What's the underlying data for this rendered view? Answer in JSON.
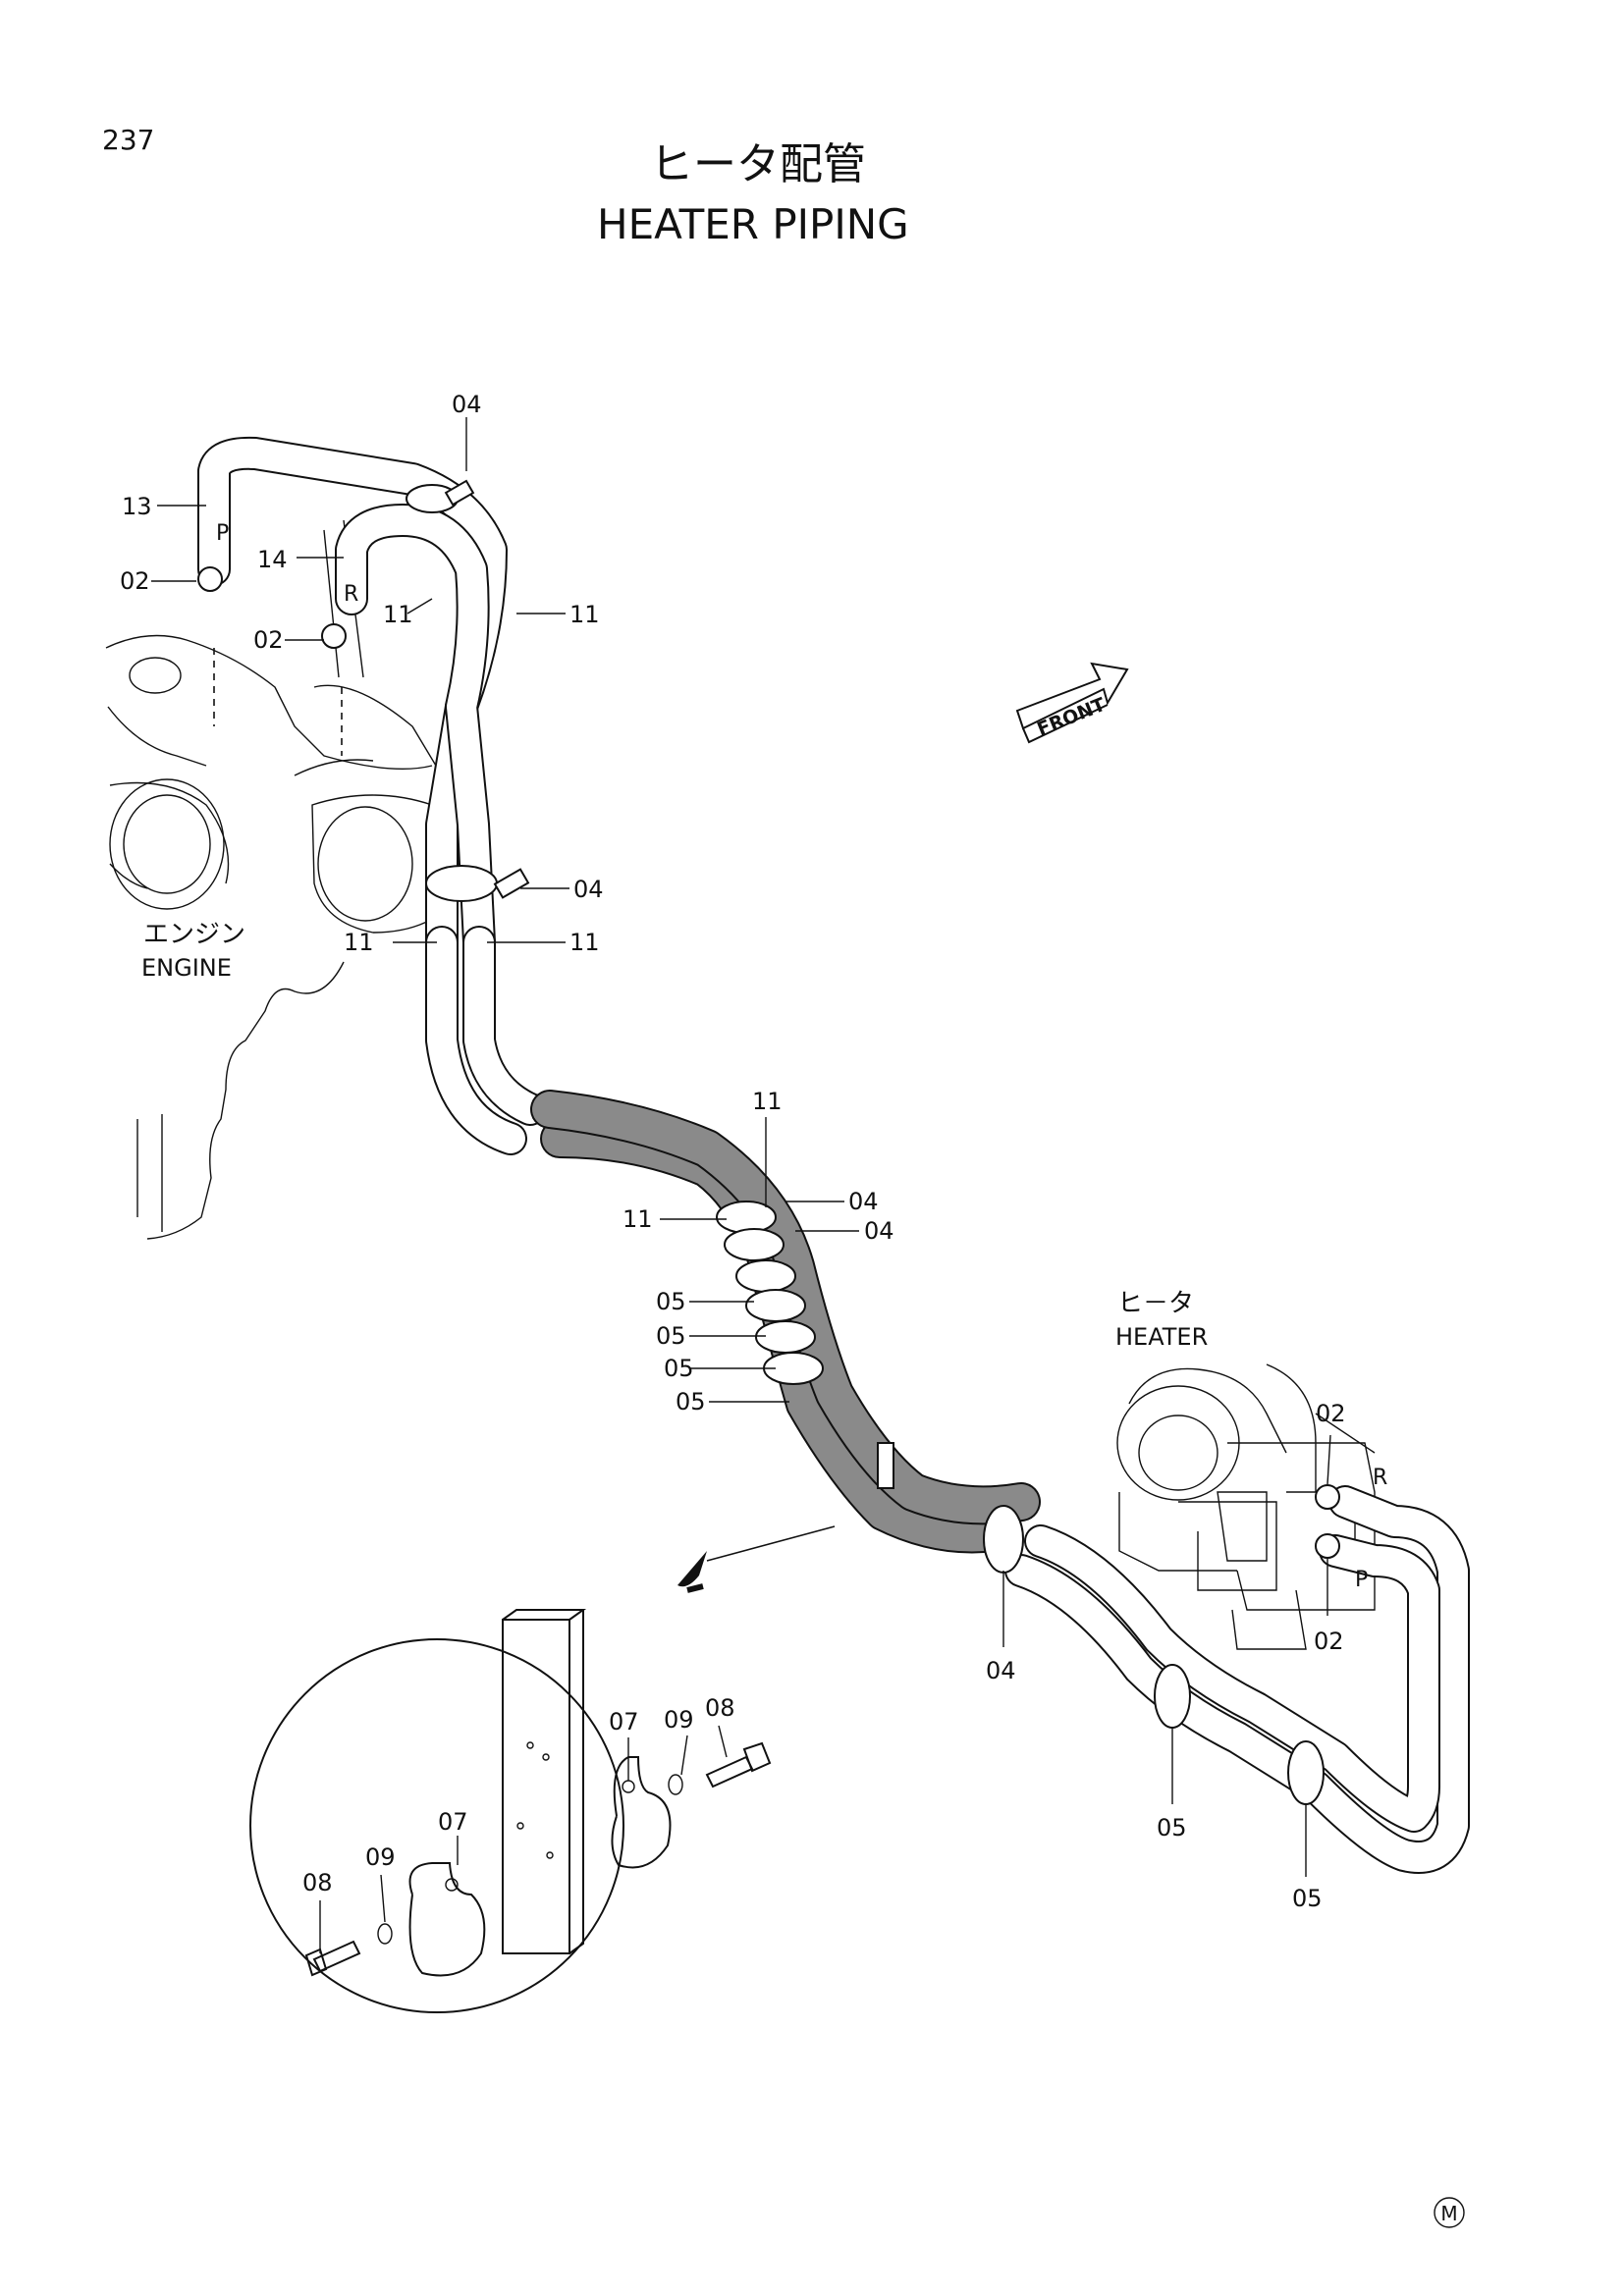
{
  "page_number": "237",
  "title_jp": "ヒータ配管",
  "title_en": "HEATER PIPING",
  "front_label": "FRONT",
  "engine_label_jp": "エンジン",
  "engine_label_en": "ENGINE",
  "heater_label_jp": "ヒ－タ",
  "heater_label_en": "HEATER",
  "port_labels": {
    "pressure": "P",
    "return": "R"
  },
  "callouts": {
    "c04_top": "04",
    "c13": "13",
    "c14": "14",
    "c02_a": "02",
    "c02_b": "02",
    "c11_a": "11",
    "c11_b": "11",
    "c04_mid": "04",
    "c11_c": "11",
    "c11_d": "11",
    "c11_e": "11",
    "c04_c": "04",
    "c11_f": "11",
    "c04_d": "04",
    "c05_a": "05",
    "c05_b": "05",
    "c05_c": "05",
    "c05_d": "05",
    "c02_h1": "02",
    "c02_h2": "02",
    "c04_low": "04",
    "c05_low1": "05",
    "c05_low2": "05",
    "d08_a": "08",
    "d09_a": "09",
    "d07_a": "07",
    "d07_b": "07",
    "d09_b": "09",
    "d08_b": "08"
  },
  "mark": "M"
}
